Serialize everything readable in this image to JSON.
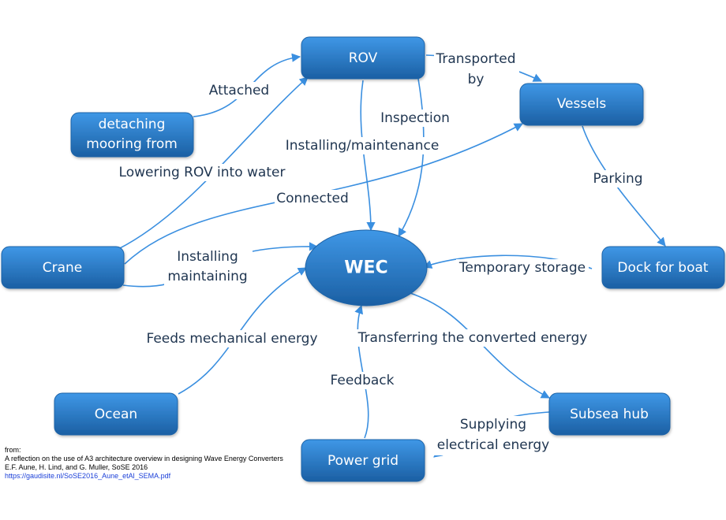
{
  "nodes": {
    "rov": "ROV",
    "vessels": "Vessels",
    "detaching": [
      "detaching",
      "mooring from"
    ],
    "crane": "Crane",
    "wec": "WEC",
    "dock": "Dock for boat",
    "ocean": "Ocean",
    "subsea_hub": "Subsea hub",
    "power_grid": "Power grid"
  },
  "edges": {
    "attached": [
      "Attached"
    ],
    "transported_by": [
      "Transported",
      "by"
    ],
    "inspection": [
      "Inspection"
    ],
    "installing_maintenance": [
      "Installing/maintenance"
    ],
    "lowering_rov": [
      "Lowering ROV into water"
    ],
    "connected": [
      "Connected"
    ],
    "parking": [
      "Parking"
    ],
    "installing_maintaining": [
      "Installing",
      "maintaining"
    ],
    "temporary_storage": [
      "Temporary storage"
    ],
    "feeds_mechanical": [
      "Feeds mechanical energy"
    ],
    "transferring": [
      "Transferring the converted energy"
    ],
    "feedback": [
      "Feedback"
    ],
    "supplying": [
      "Supplying",
      "electrical energy"
    ]
  },
  "source": {
    "line1": "from:",
    "line2": "A reflection on the use of A3 architecture overview in designing Wave Energy Converters",
    "line3": "E.F. Aune, H. Lind, and G. Muller, SoSE 2016",
    "link": "https://gaudisite.nl/SoSE2016_Aune_etAl_SEMA.pdf"
  },
  "colors": {
    "node_top": "#3f97e6",
    "node_bottom": "#1b5fa3",
    "edge": "#3a8fe0",
    "label": "#1f3550",
    "link": "#1a3fd8"
  }
}
